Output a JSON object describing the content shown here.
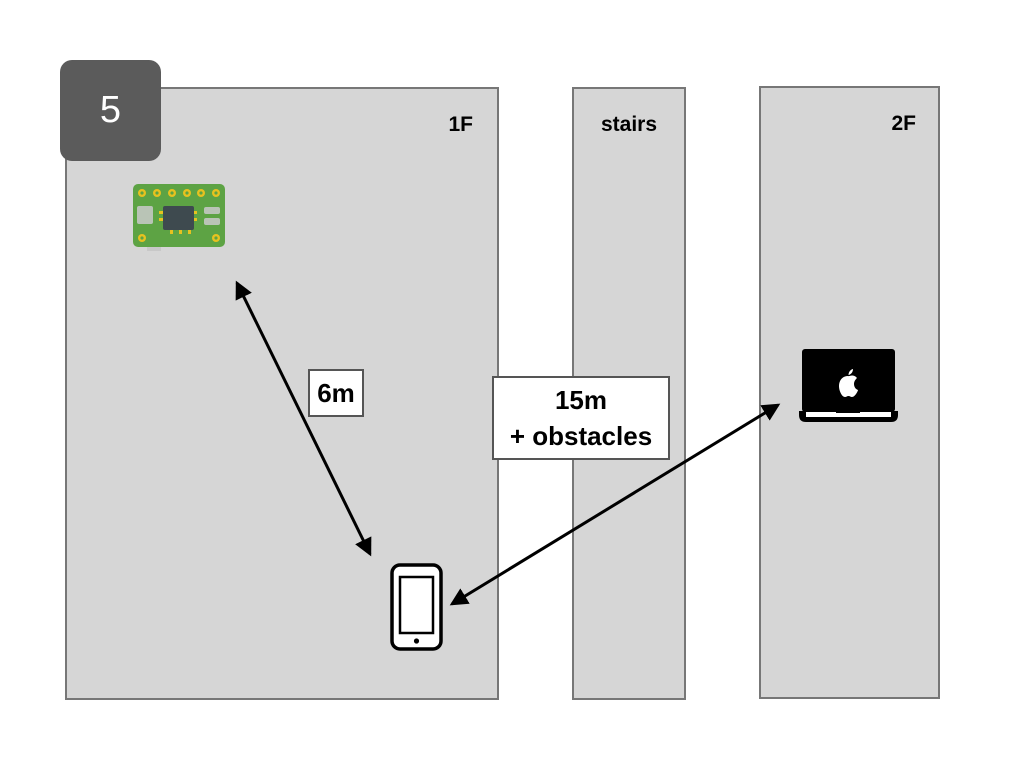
{
  "step": "5",
  "rooms": [
    {
      "id": "1f",
      "label": "1F"
    },
    {
      "id": "stairs",
      "label": "stairs"
    },
    {
      "id": "2f",
      "label": "2F"
    }
  ],
  "distances": {
    "short": {
      "line1": "6m"
    },
    "long": {
      "line1": "15m",
      "line2": "+ obstacles"
    }
  },
  "devices": {
    "board": "microcontroller-board-icon",
    "phone": "smartphone-icon",
    "laptop": "laptop-icon"
  },
  "colors": {
    "room_fill": "#d6d6d6",
    "room_border": "#777777",
    "badge": "#5b5b5b",
    "pcb_green": "#5da344",
    "pin_gold": "#e7c21f"
  }
}
